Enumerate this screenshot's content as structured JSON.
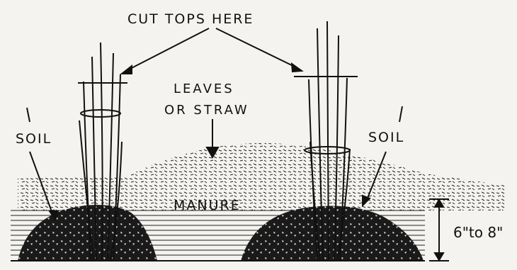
{
  "labels": {
    "cut_tops": "CUT TOPS HERE",
    "leaves_line1": "LEAVES",
    "leaves_line2": "OR STRAW",
    "soil_left": "SOIL",
    "soil_right": "SOIL",
    "manure": "MANURE",
    "measurement": "6\"to 8\""
  },
  "colors": {
    "ink": "#111111",
    "paper": "#f4f3ef"
  }
}
